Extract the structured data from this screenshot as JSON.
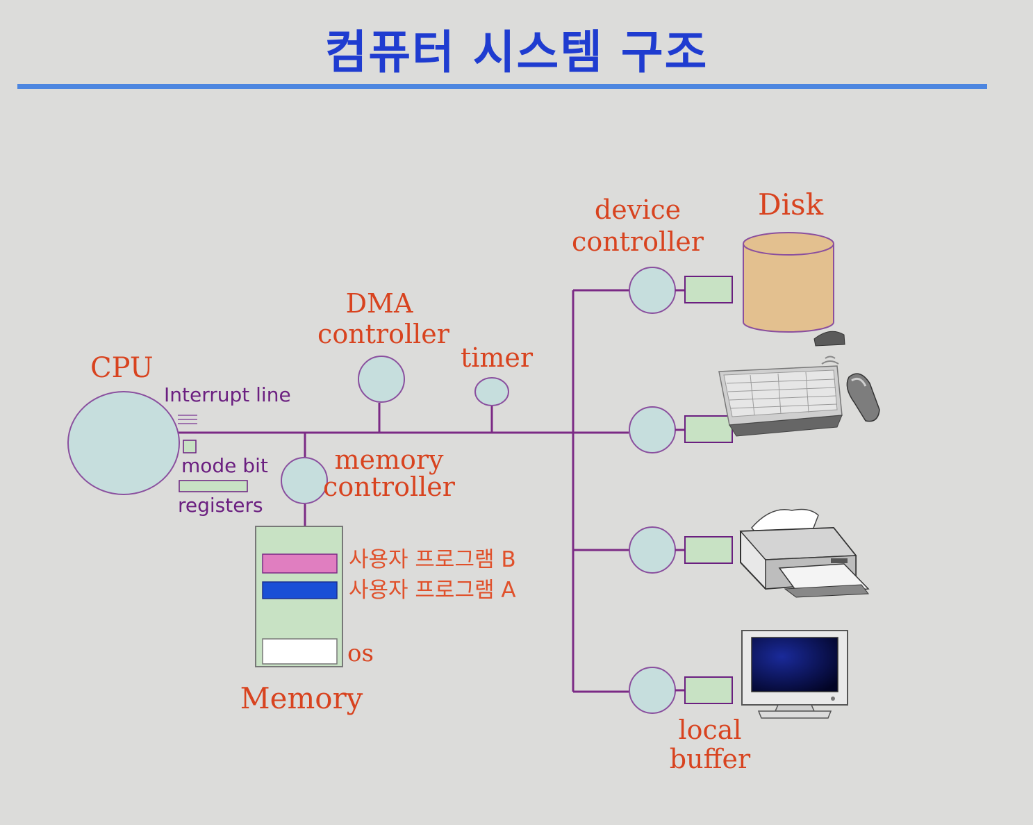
{
  "title": "컴퓨터 시스템 구조",
  "labels": {
    "cpu": "CPU",
    "interrupt_line": "Interrupt line",
    "mode_bit": "mode bit",
    "registers": "registers",
    "dma_line1": "DMA",
    "dma_line2": "controller",
    "timer": "timer",
    "memctl_line1": "memory",
    "memctl_line2": "controller",
    "user_prog_b": "사용자 프로그램 B",
    "user_prog_a": "사용자 프로그램 A",
    "os": "os",
    "memory": "Memory",
    "devctl_line1": "device",
    "devctl_line2": "controller",
    "disk": "Disk",
    "local_line1": "local",
    "local_line2": "buffer"
  },
  "devices": [
    "disk-icon",
    "keyboard-icon",
    "mouse-icon",
    "printer-icon",
    "monitor-icon"
  ],
  "colors": {
    "title": "#1f3cd0",
    "rule": "#4d86e0",
    "bus": "#7b2a85",
    "node_fill": "#c6dedd",
    "buffer_fill": "#c8e2c4",
    "label": "#d8431f",
    "prog_b": "#e07ec0",
    "prog_a": "#1a4fd6",
    "disk_fill": "#e3c08f"
  }
}
